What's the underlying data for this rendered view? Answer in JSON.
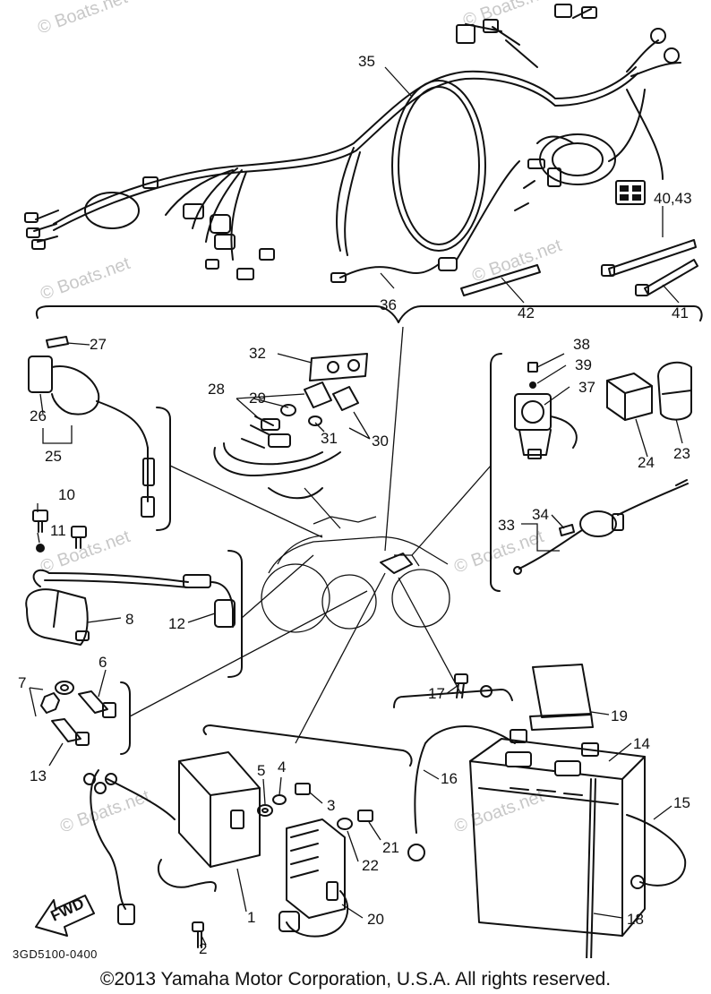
{
  "diagram": {
    "labels": [
      "35",
      "40,43",
      "36",
      "42",
      "41",
      "27",
      "32",
      "38",
      "39",
      "37",
      "28",
      "29",
      "26",
      "25",
      "31",
      "30",
      "24",
      "23",
      "10",
      "11",
      "34",
      "33",
      "8",
      "12",
      "6",
      "7",
      "17",
      "19",
      "13",
      "14",
      "5",
      "4",
      "3",
      "16",
      "15",
      "21",
      "22",
      "1",
      "20",
      "18",
      "2"
    ],
    "fwd_label": "FWD"
  },
  "watermark": "© Boats.net",
  "part_code": "3GD5100-0400",
  "copyright": "©2013 Yamaha Motor Corporation, U.S.A. All rights reserved."
}
